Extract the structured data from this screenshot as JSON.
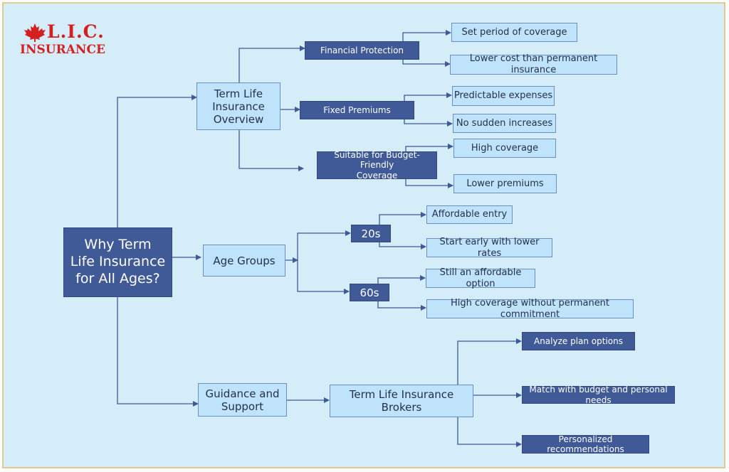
{
  "logo": {
    "line1": "L.I.C.",
    "line2": "INSURANCE"
  },
  "diagram": {
    "root": "Why Term\nLife Insurance\nfor All Ages?",
    "term_overview": "Term Life\nInsurance\nOverview",
    "financial_protection": "Financial Protection",
    "set_period": "Set period of coverage",
    "lower_cost": "Lower cost than permanent insurance",
    "fixed_premiums": "Fixed Premiums",
    "predictable_expenses": "Predictable expenses",
    "no_sudden_increases": "No sudden increases",
    "budget_friendly": "Suitable for Budget-Friendly\nCoverage",
    "high_coverage": "High coverage",
    "lower_premiums": "Lower premiums",
    "age_groups": "Age Groups",
    "age_20s": "20s",
    "affordable_entry": "Affordable entry",
    "start_early": "Start early with lower rates",
    "age_60s": "60s",
    "still_affordable": "Still an affordable option",
    "high_coverage_no_permanent": "High coverage without permanent commitment",
    "guidance_support": "Guidance and\nSupport",
    "brokers": "Term Life Insurance Brokers",
    "analyze_plans": "Analyze plan options",
    "match_budget": "Match with budget and personal needs",
    "personalized_recs": "Personalized recommendations"
  }
}
